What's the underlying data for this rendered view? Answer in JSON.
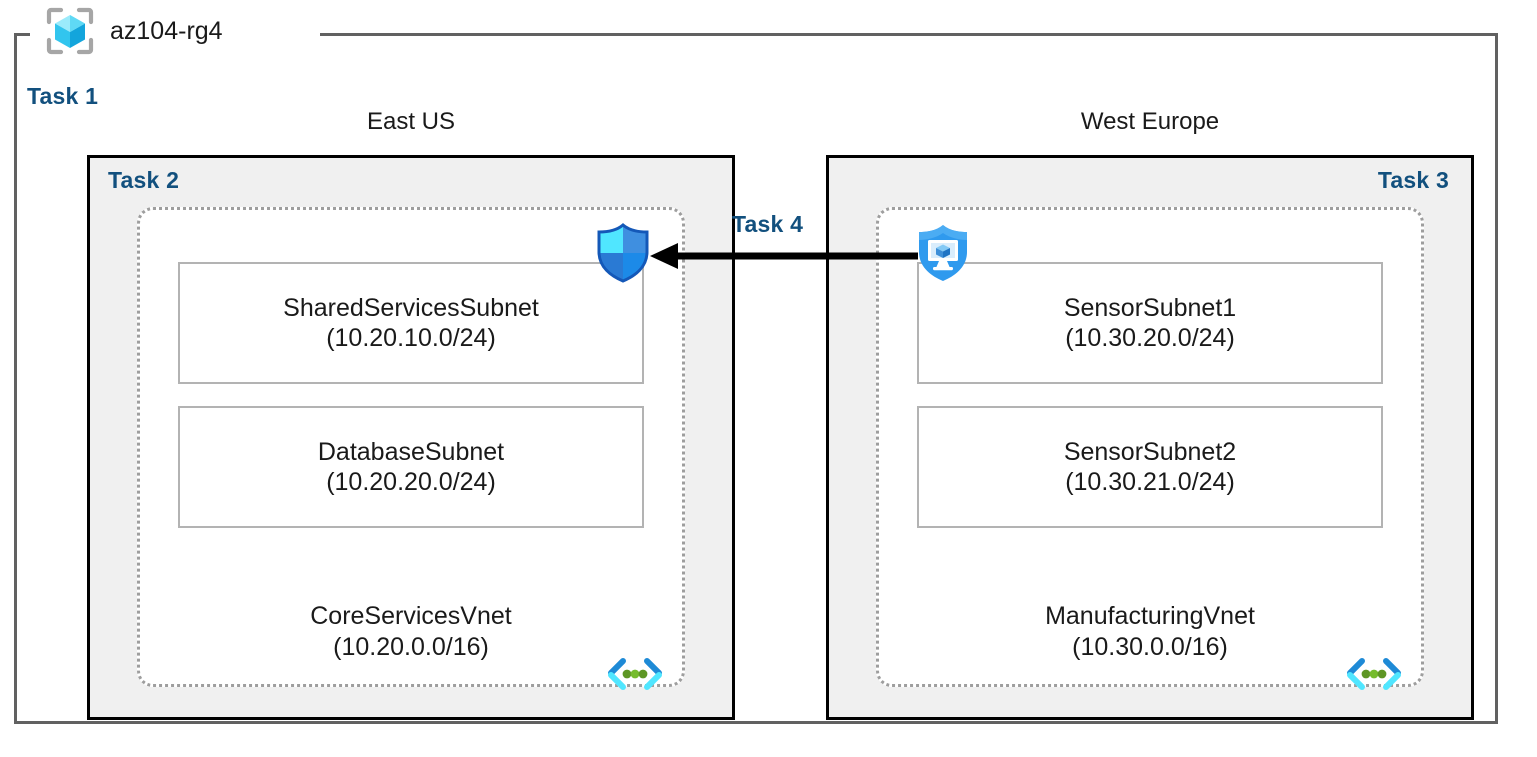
{
  "diagram": {
    "resource_group": {
      "name": "az104-rg4",
      "icon": "resource-group-cube-icon",
      "task_label": "Task 1",
      "border_color": "#616161"
    },
    "task_label_color": "#12507e",
    "regions": [
      {
        "id": "east-us",
        "caption": "East US",
        "task_label": "Task 2",
        "task_label_align": "left",
        "background": "#f0f0f0",
        "vnet": {
          "name": "CoreServicesVnet",
          "cidr": "(10.20.0.0/16)",
          "icon": "virtual-network-icon",
          "subnets": [
            {
              "name": "SharedServicesSubnet",
              "cidr": "(10.20.10.0/24)"
            },
            {
              "name": "DatabaseSubnet",
              "cidr": "(10.20.20.0/24)"
            }
          ]
        },
        "security_icon": "network-security-group-shield-icon"
      },
      {
        "id": "west-europe",
        "caption": "West Europe",
        "task_label": "Task 3",
        "task_label_align": "right",
        "background": "#f0f0f0",
        "vnet": {
          "name": "ManufacturingVnet",
          "cidr": "(10.30.0.0/16)",
          "icon": "virtual-network-icon",
          "subnets": [
            {
              "name": "SensorSubnet1",
              "cidr": "(10.30.20.0/24)"
            },
            {
              "name": "SensorSubnet2",
              "cidr": "(10.30.21.0/24)"
            }
          ]
        },
        "security_icon": "network-security-group-monitor-shield-icon"
      }
    ],
    "connection": {
      "task_label": "Task 4",
      "direction": "west-europe-to-east-us",
      "arrow_color": "#000000",
      "icon": "peering-arrow-icon"
    }
  }
}
